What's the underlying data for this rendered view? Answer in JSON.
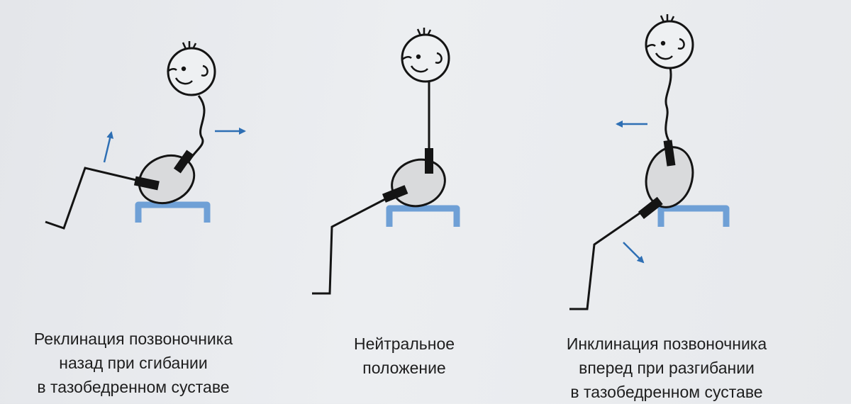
{
  "figures": [
    {
      "id": "reclination",
      "caption_lines": [
        "Реклинация позвоночника",
        "назад при сгибании",
        "в тазобедренном суставе"
      ]
    },
    {
      "id": "neutral",
      "caption_lines": [
        "Нейтральное",
        "положение"
      ]
    },
    {
      "id": "inclination",
      "caption_lines": [
        "Инклинация позвоночника",
        "вперед при разгибании",
        "в тазобедренном суставе"
      ]
    }
  ],
  "colors": {
    "line": "#141414",
    "pelvis_fill": "#d9dadc",
    "stool": "#6fa0d6",
    "arrow": "#2e6fb4",
    "caption": "#1e1e1e"
  }
}
